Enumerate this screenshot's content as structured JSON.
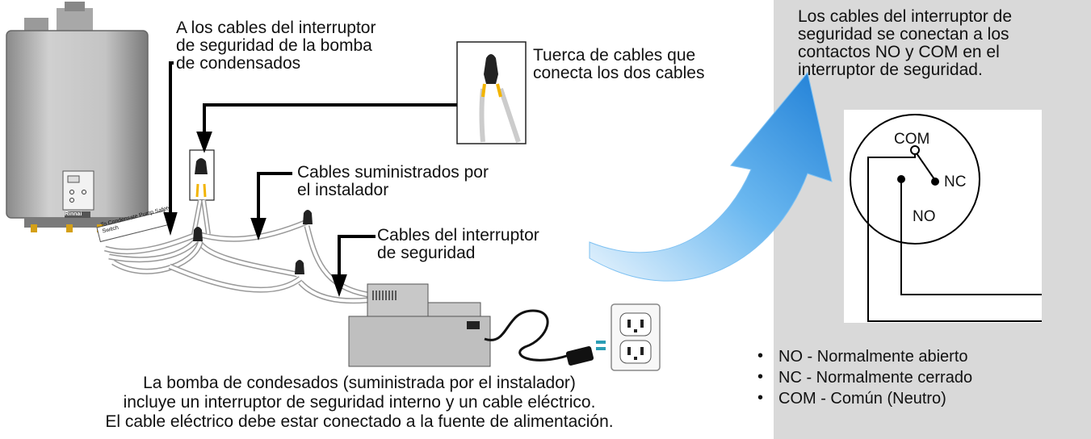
{
  "labels": {
    "pump_wires": "A los cables  del interruptor\nde seguridad de la bomba\nde condensados",
    "wire_nut": "Tuerca de cables que\nconecta los dos cables",
    "installer_wires": "Cables suministrados por\nel instalador",
    "safety_wires": "Cables del interruptor\nde seguridad",
    "heater_tag": "To Condensate Pump\nSafety Switch",
    "brand": "Rinnai"
  },
  "panel": {
    "description": "Los cables del interruptor de seguridad se conectan a los contactos NO y COM en el interruptor de seguridad.",
    "switch_com": "COM",
    "switch_nc": "NC",
    "switch_no": "NO",
    "legend": [
      "NO - Normalmente abierto",
      "NC - Normalmente cerrado",
      "COM -  Común (Neutro)"
    ]
  },
  "caption": "La bomba de condesados (suministrada por el instalador)\nincluye un interruptor de seguridad interno y un cable eléctrico.\nEl cable eléctrico debe estar conectado a la fuente de alimentación.",
  "colors": {
    "panel_bg": "#d9d9d9",
    "arrow_blue": "#3a9ee8",
    "pump_gray": "#bfbfbf",
    "heater_gray": "#b0b0b0",
    "wire_nut_yellow": "#f2b400"
  }
}
